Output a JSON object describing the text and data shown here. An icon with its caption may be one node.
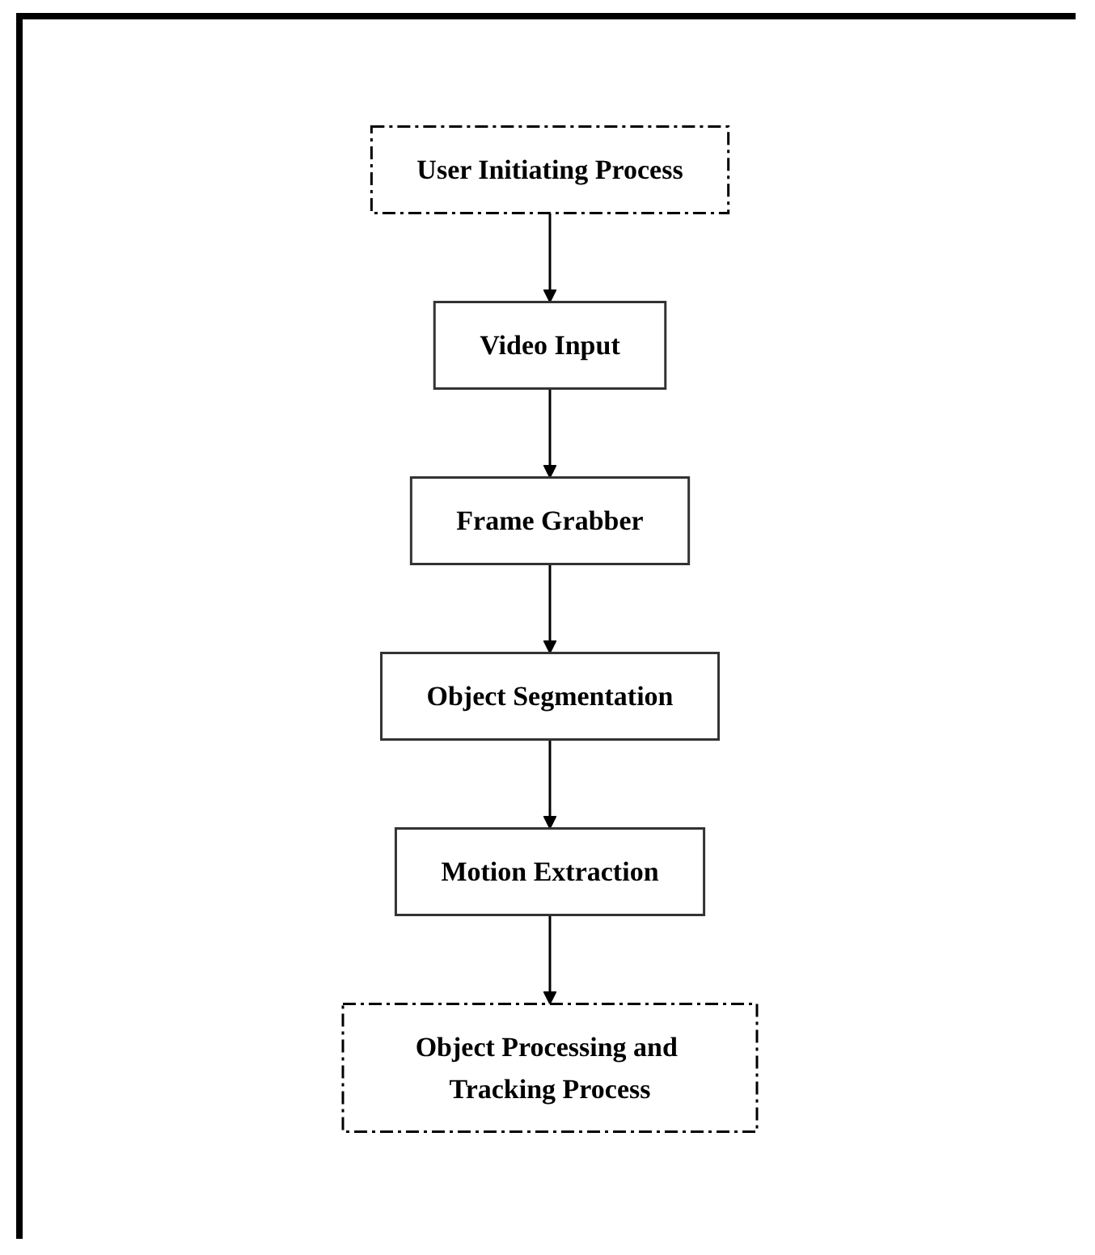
{
  "diagram": {
    "nodes": [
      {
        "text": [
          "User Initiating Process"
        ]
      },
      {
        "text": [
          "Video Input"
        ]
      },
      {
        "text": [
          "Frame Grabber"
        ]
      },
      {
        "text": [
          "Object Segmentation"
        ]
      },
      {
        "text": [
          "Motion Extraction"
        ]
      },
      {
        "text": [
          "Object Processing and Tracking Process"
        ]
      }
    ],
    "edges": [
      {
        "from": 0,
        "to": 1,
        "arrow": "to"
      },
      {
        "from": 1,
        "to": 2,
        "arrow": "to"
      },
      {
        "from": 2,
        "to": 3,
        "arrow": "to"
      },
      {
        "from": 3,
        "to": 4,
        "arrow": "to"
      },
      {
        "from": 4,
        "to": 5,
        "arrow": "to"
      }
    ]
  }
}
